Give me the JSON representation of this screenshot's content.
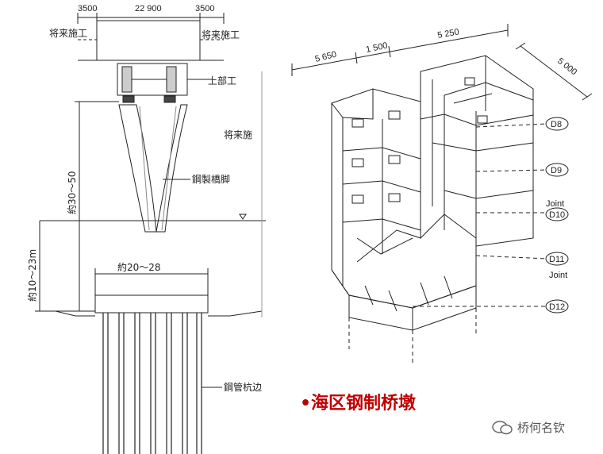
{
  "left": {
    "top_dims": [
      "3500",
      "22 900",
      "3500"
    ],
    "future_construction": "将来施工",
    "superstructure": "上部工",
    "future_right": "将来施",
    "steel_pier": "鋼製橋脚",
    "height_total": "約30～50",
    "height_lower": "約10～23m",
    "width_footing": "約20～28",
    "steel_pipe_piles": "鋼管杭边"
  },
  "right": {
    "top_dims": [
      "5 650",
      "1 500",
      "5 250"
    ],
    "side_dim": "5 000",
    "sections": [
      "D8",
      "D9",
      "D10",
      "D11",
      "D12"
    ],
    "joint": "Joint"
  },
  "caption": "•海区钢制桥墩",
  "watermark": "桥何名钦"
}
